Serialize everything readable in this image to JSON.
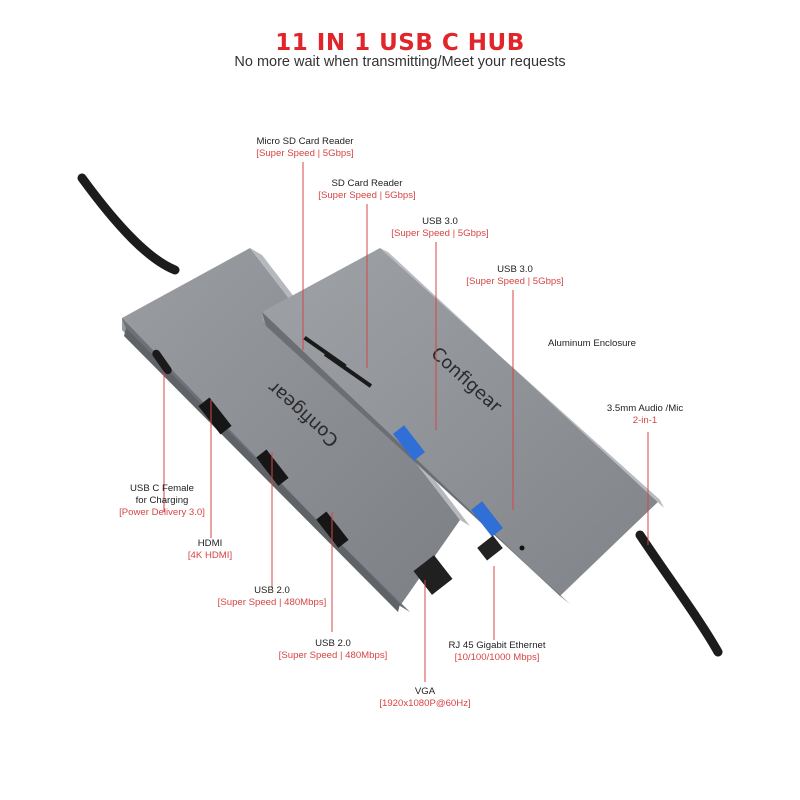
{
  "header": {
    "title": "11 IN 1 USB C HUB",
    "subtitle": "No more wait when transmitting/Meet your requests"
  },
  "colors": {
    "accent": "#e0252b",
    "spec": "#d64545",
    "body": "#8c8f94",
    "text": "#222222"
  },
  "brand": "Configear",
  "callouts": {
    "micro_sd": {
      "name": "Micro SD Card Reader",
      "spec": "[Super Speed | 5Gbps]"
    },
    "sd": {
      "name": "SD Card Reader",
      "spec": "[Super Speed | 5Gbps]"
    },
    "usb3_a": {
      "name": "USB 3.0",
      "spec": "[Super Speed | 5Gbps]"
    },
    "usb3_b": {
      "name": "USB 3.0",
      "spec": "[Super Speed | 5Gbps]"
    },
    "enclosure": {
      "name": "Aluminum Enclosure"
    },
    "audio": {
      "name": "3.5mm Audio /Mic",
      "spec": "2-in-1"
    },
    "usb_c": {
      "name_line1": "USB C Female",
      "name_line2": "for Charging",
      "spec": "[Power Delivery 3.0]"
    },
    "hdmi": {
      "name": "HDMI",
      "spec": "[4K HDMI]"
    },
    "usb2_a": {
      "name": "USB 2.0",
      "spec": "[Super Speed | 480Mbps]"
    },
    "usb2_b": {
      "name": "USB 2.0",
      "spec": "[Super Speed | 480Mbps]"
    },
    "ethernet": {
      "name": "RJ 45 Gigabit Ethernet",
      "spec": "[10/100/1000 Mbps]"
    },
    "vga": {
      "name": "VGA",
      "spec": "[1920x1080P@60Hz]"
    }
  }
}
